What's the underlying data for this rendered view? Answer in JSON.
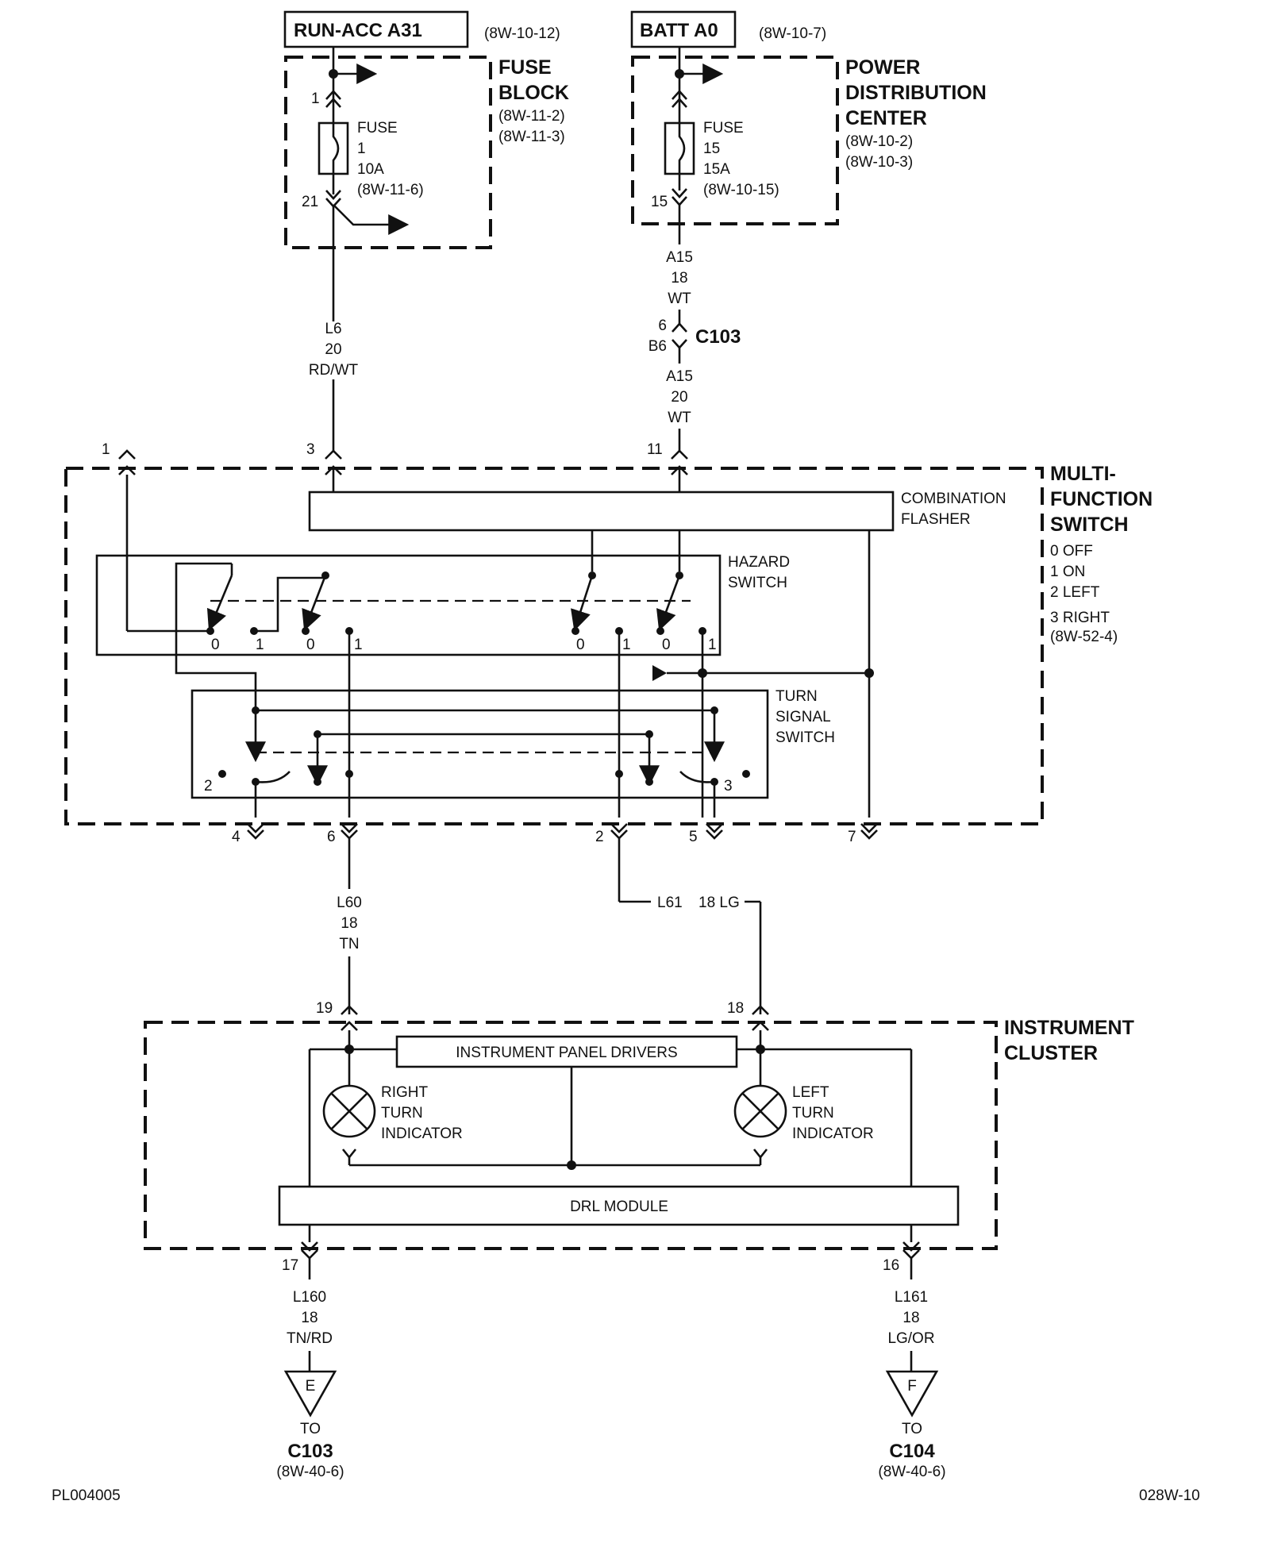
{
  "header_left": {
    "box_label": "RUN-ACC A31",
    "ref": "(8W-10-12)"
  },
  "header_right": {
    "box_label": "BATT A0",
    "ref": "(8W-10-7)"
  },
  "fuse_block": {
    "title_line1": "FUSE",
    "title_line2": "BLOCK",
    "ref1": "(8W-11-2)",
    "ref2": "(8W-11-3)",
    "pin_in": "1",
    "pin_out": "21",
    "fuse_label": "FUSE",
    "fuse_num": "1",
    "fuse_rating": "10A",
    "fuse_ref": "(8W-11-6)"
  },
  "pdc": {
    "title_line1": "POWER",
    "title_line2": "DISTRIBUTION",
    "title_line3": "CENTER",
    "ref1": "(8W-10-2)",
    "ref2": "(8W-10-3)",
    "pin_out": "15",
    "fuse_label": "FUSE",
    "fuse_num": "15",
    "fuse_rating": "15A",
    "fuse_ref": "(8W-10-15)"
  },
  "wires": {
    "l6": {
      "circuit": "L6",
      "gauge": "20",
      "color": "RD/WT"
    },
    "a15_upper": {
      "circuit": "A15",
      "gauge": "18",
      "color": "WT"
    },
    "a15_lower": {
      "circuit": "A15",
      "gauge": "20",
      "color": "WT"
    },
    "l60": {
      "circuit": "L60",
      "gauge": "18",
      "color": "TN"
    },
    "l61": {
      "circuit": "L61",
      "gauge_color": "18 LG"
    },
    "l160": {
      "circuit": "L160",
      "gauge": "18",
      "color": "TN/RD"
    },
    "l161": {
      "circuit": "L161",
      "gauge": "18",
      "color": "LG/OR"
    }
  },
  "c103_inline": {
    "name": "C103",
    "pin_top": "6",
    "pin_bottom": "B6"
  },
  "mfs": {
    "title_line1": "MULTI-",
    "title_line2": "FUNCTION",
    "title_line3": "SWITCH",
    "legend": [
      "0 OFF",
      "1 ON",
      "2 LEFT",
      "3 RIGHT",
      "(8W-52-4)"
    ],
    "top_pins": [
      "1",
      "3",
      "11"
    ],
    "bottom_pins": [
      "4",
      "6",
      "2",
      "5",
      "7"
    ],
    "flasher_label_line1": "COMBINATION",
    "flasher_label_line2": "FLASHER",
    "hazard_label_line1": "HAZARD",
    "hazard_label_line2": "SWITCH",
    "hazard_positions": [
      "0",
      "1",
      "0",
      "1",
      "0",
      "1",
      "0",
      "1"
    ],
    "turn_label_line1": "TURN",
    "turn_label_line2": "SIGNAL",
    "turn_label_line3": "SWITCH",
    "turn_positions": [
      "2",
      "3"
    ]
  },
  "cluster": {
    "title_line1": "INSTRUMENT",
    "title_line2": "CLUSTER",
    "pin_right_in": "19",
    "pin_left_in": "18",
    "drivers_label": "INSTRUMENT PANEL DRIVERS",
    "right_indicator": [
      "RIGHT",
      "TURN",
      "INDICATOR"
    ],
    "left_indicator": [
      "LEFT",
      "TURN",
      "INDICATOR"
    ],
    "drl_label": "DRL MODULE",
    "pin_out_left": "17",
    "pin_out_right": "16"
  },
  "ref_e": {
    "letter": "E",
    "to": "TO",
    "connector": "C103",
    "ref": "(8W-40-6)"
  },
  "ref_f": {
    "letter": "F",
    "to": "TO",
    "connector": "C104",
    "ref": "(8W-40-6)"
  },
  "footer_left": "PL004005",
  "footer_right": "028W-10"
}
